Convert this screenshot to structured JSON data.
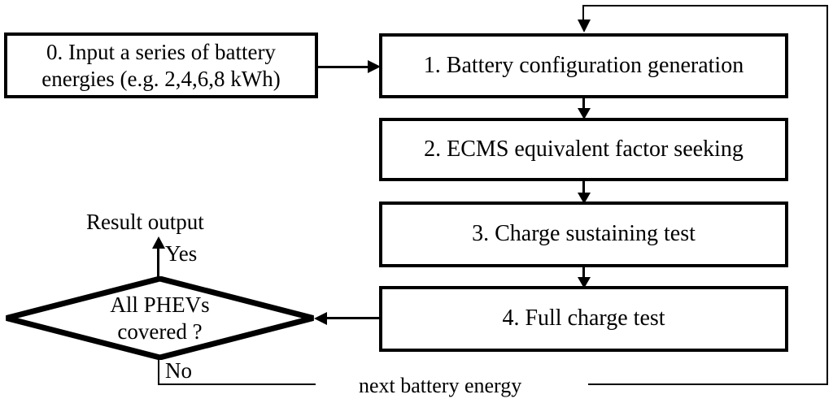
{
  "diagram": {
    "title": "PHEV battery sizing evaluation flowchart",
    "type": "flowchart",
    "stroke_color": "#000000",
    "background_color": "#ffffff"
  },
  "nodes": {
    "box0": {
      "id": "0",
      "shape": "process",
      "label": "0. Input a series of battery\nenergies (e.g. 2,4,6,8 kWh)"
    },
    "box1": {
      "id": "1",
      "shape": "process",
      "label": "1. Battery configuration generation"
    },
    "box2": {
      "id": "2",
      "shape": "process",
      "label": "2. ECMS equivalent factor seeking"
    },
    "box3": {
      "id": "3",
      "shape": "process",
      "label": "3. Charge sustaining test"
    },
    "box4": {
      "id": "4",
      "shape": "process",
      "label": "4. Full charge test"
    },
    "decision": {
      "shape": "diamond",
      "label": "All PHEVs\ncovered ?"
    }
  },
  "labels": {
    "result_output": "Result output",
    "yes": "Yes",
    "no": "No",
    "next_battery_energy": "next battery energy"
  },
  "edges": [
    {
      "from": "box0",
      "to": "box1",
      "label": ""
    },
    {
      "from": "box1",
      "to": "box2",
      "label": ""
    },
    {
      "from": "box2",
      "to": "box3",
      "label": ""
    },
    {
      "from": "box3",
      "to": "box4",
      "label": ""
    },
    {
      "from": "box4",
      "to": "decision",
      "label": ""
    },
    {
      "from": "decision",
      "to": "result_output",
      "label": "Yes"
    },
    {
      "from": "decision",
      "to": "box1",
      "label": "No / next battery energy"
    }
  ]
}
